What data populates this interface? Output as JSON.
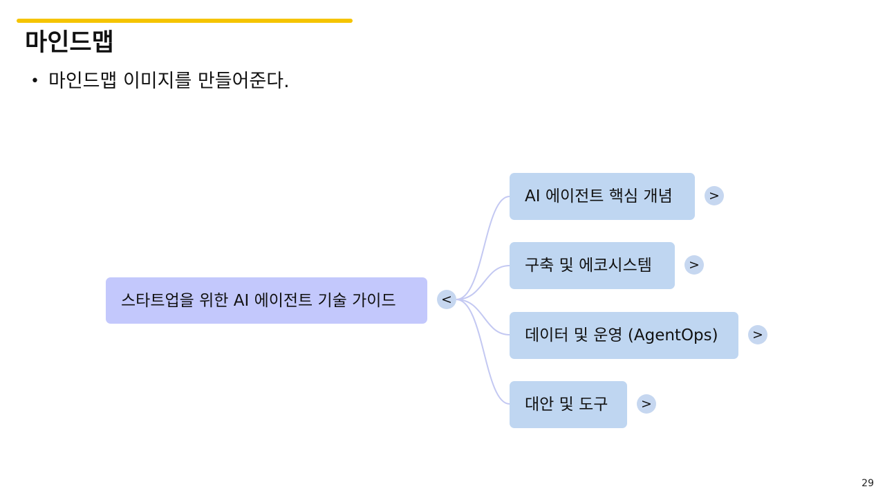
{
  "slide": {
    "title": "마인드맵",
    "bullet_marker": "•",
    "bullet_text": "마인드맵 이미지를 만들어준다.",
    "page_number": "29"
  },
  "colors": {
    "accent": "#f5c400",
    "root_fill": "#c3c8fc",
    "child_fill": "#bfd6f1",
    "connector": "#c3c8f2",
    "toggle_fill": "#c6d7f0"
  },
  "mindmap": {
    "root": {
      "label": "스타트업을 위한 AI 에이전트 기술 가이드",
      "toggle": "<"
    },
    "children": [
      {
        "label": "AI 에이전트 핵심 개념",
        "toggle": ">"
      },
      {
        "label": "구축 및 에코시스템",
        "toggle": ">"
      },
      {
        "label": "데이터 및 운영 (AgentOps)",
        "toggle": ">"
      },
      {
        "label": "대안 및 도구",
        "toggle": ">"
      }
    ]
  }
}
